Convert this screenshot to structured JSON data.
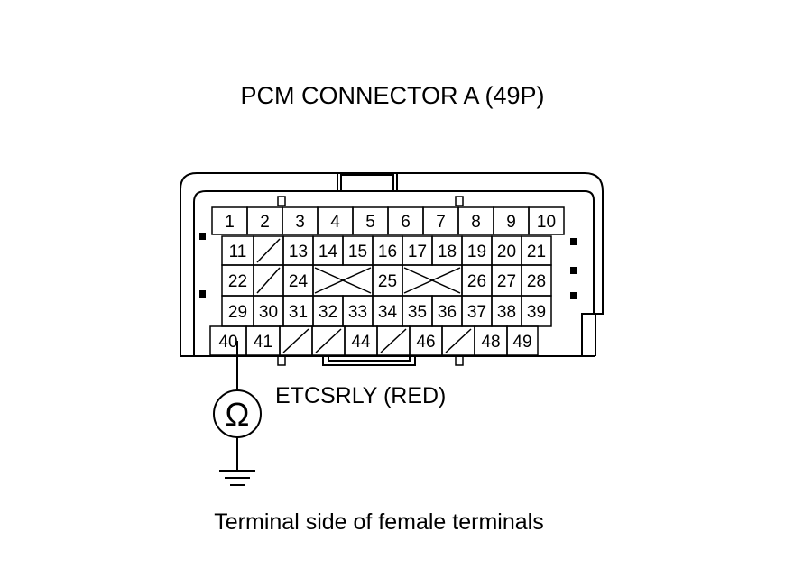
{
  "diagram": {
    "title": "PCM CONNECTOR A (49P)",
    "probe_label": "ETCSRLY (RED)",
    "ohm_symbol": "Ω",
    "caption": "Terminal side of female terminals",
    "connector": {
      "rows": [
        [
          "1",
          "2",
          "3",
          "4",
          "5",
          "6",
          "7",
          "8",
          "9",
          "10"
        ],
        [
          "11",
          "/",
          "13",
          "14",
          "15",
          "16",
          "17",
          "18",
          "19",
          "20",
          "21"
        ],
        [
          "22",
          "/",
          "24",
          "X",
          "25",
          "X",
          "26",
          "27",
          "28"
        ],
        [
          "29",
          "30",
          "31",
          "32",
          "33",
          "34",
          "35",
          "36",
          "37",
          "38",
          "39"
        ],
        [
          "40",
          "41",
          "/",
          "/",
          "44",
          "/",
          "46",
          "/",
          "48",
          "49"
        ]
      ]
    }
  }
}
